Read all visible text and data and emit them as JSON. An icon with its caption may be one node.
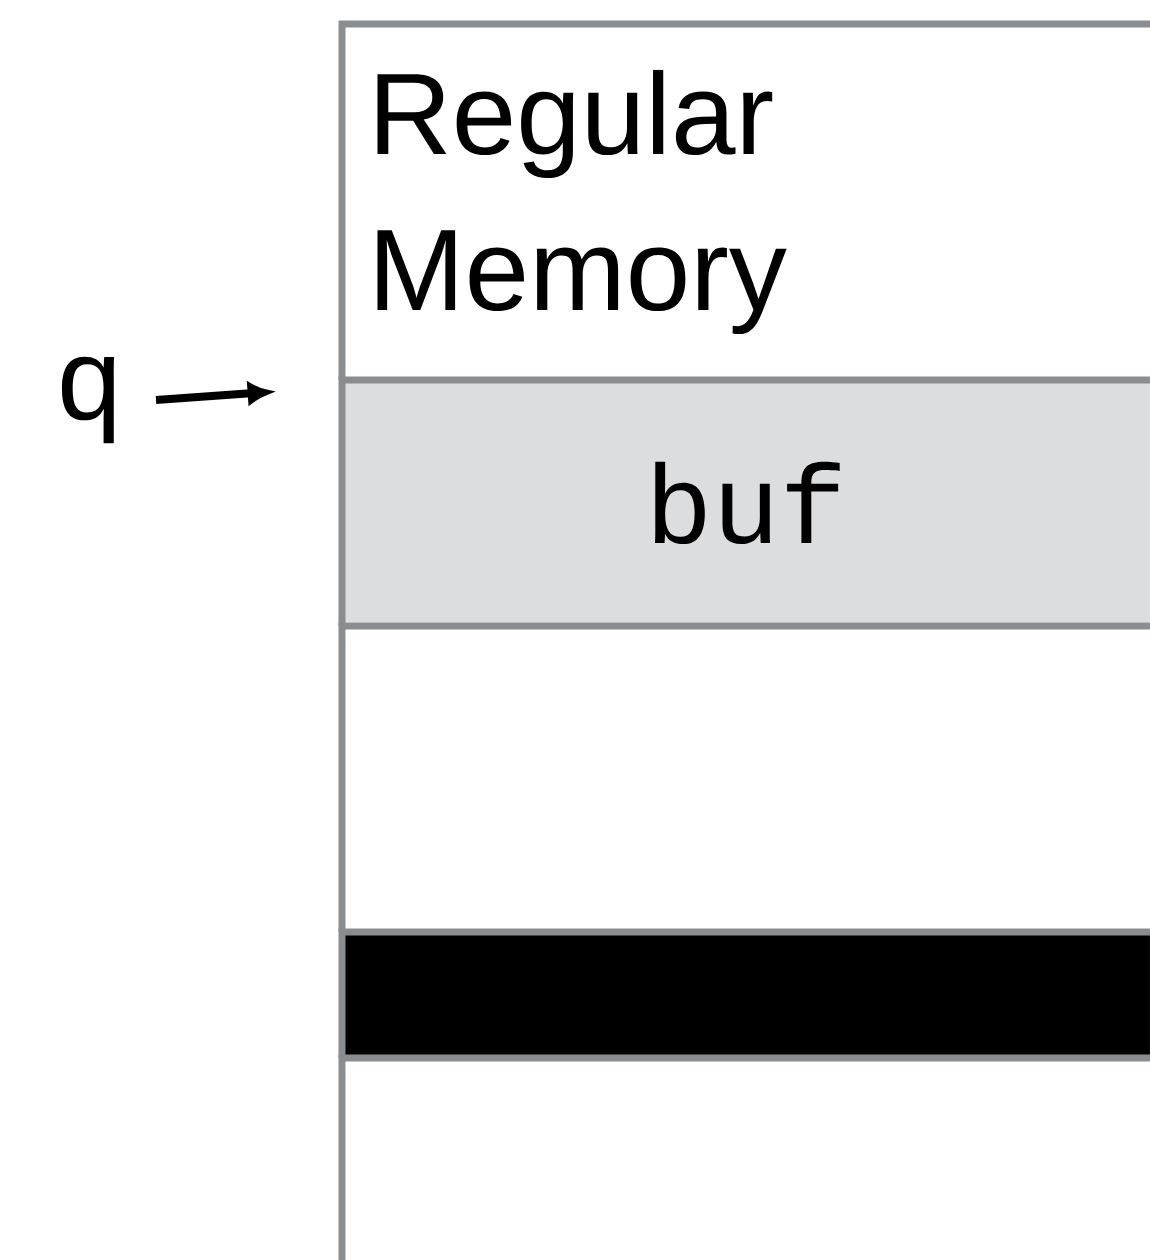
{
  "diagram": {
    "nodes": [
      {
        "text": [
          "Regular Memory"
        ]
      },
      {
        "text": [
          "q"
        ]
      },
      {
        "text": [
          "buf"
        ]
      },
      {
        "text": [],
        "shape": "box"
      },
      {
        "text": [],
        "shape": "bar"
      },
      {
        "text": [],
        "shape": "box"
      }
    ],
    "edges": [
      {
        "from": 1,
        "to": 2,
        "arrow": "to"
      }
    ]
  }
}
